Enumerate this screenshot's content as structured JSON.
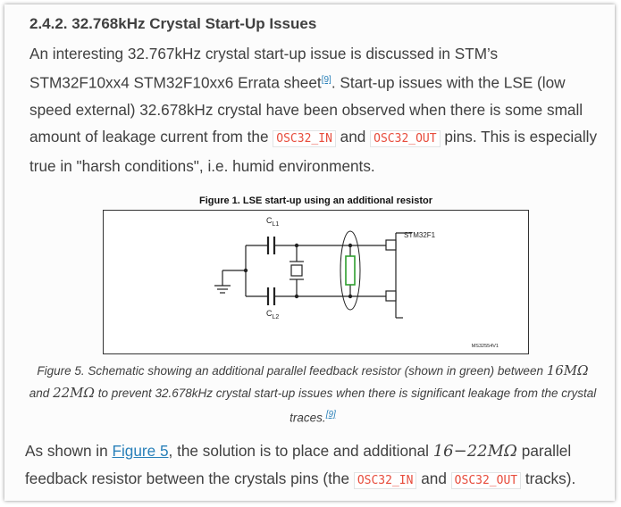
{
  "section": {
    "heading": "2.4.2. 32.768kHz Crystal Start-Up Issues"
  },
  "para1": {
    "t1": "An interesting 32.767kHz crystal start-up issue is discussed in STM’s STM32F10xx4 STM32F10xx6 Errata sheet",
    "ref": "[9]",
    "t2": ". Start-up issues with the LSE (low speed external) 32.678kHz crystal have been observed when there is some small amount of leakage current from the ",
    "code1": "OSC32_IN",
    "t3": " and ",
    "code2": "OSC32_OUT",
    "t4": " pins. This is especially true in \"harsh conditions\", i.e. humid environments."
  },
  "figure": {
    "title": "Figure 1. LSE start-up using an additional resistor",
    "labels": {
      "cl1": "C",
      "cl1_sub": "L1",
      "cl2": "C",
      "cl2_sub": "L2",
      "chip": "STM32F1",
      "code": "MS32554V1"
    },
    "resistor_color": "#2e9e2e"
  },
  "caption": {
    "t1": "Figure 5. Schematic showing an additional parallel feedback resistor (shown in green) between ",
    "m1": "16MΩ",
    "t2": " and ",
    "m2": "22MΩ",
    "t3": " to prevent 32.678kHz crystal start-up issues when there is significant leakage from the crystal traces.",
    "ref": "[9]"
  },
  "para2": {
    "t1": "As shown in ",
    "link": "Figure 5",
    "t2": ", the solution is to place and additional ",
    "math": "16−22MΩ",
    "t3": " parallel feedback resistor between the crystals pins (the ",
    "code1": "OSC32_IN",
    "t4": " and ",
    "code2": "OSC32_OUT",
    "t5": " tracks)."
  }
}
